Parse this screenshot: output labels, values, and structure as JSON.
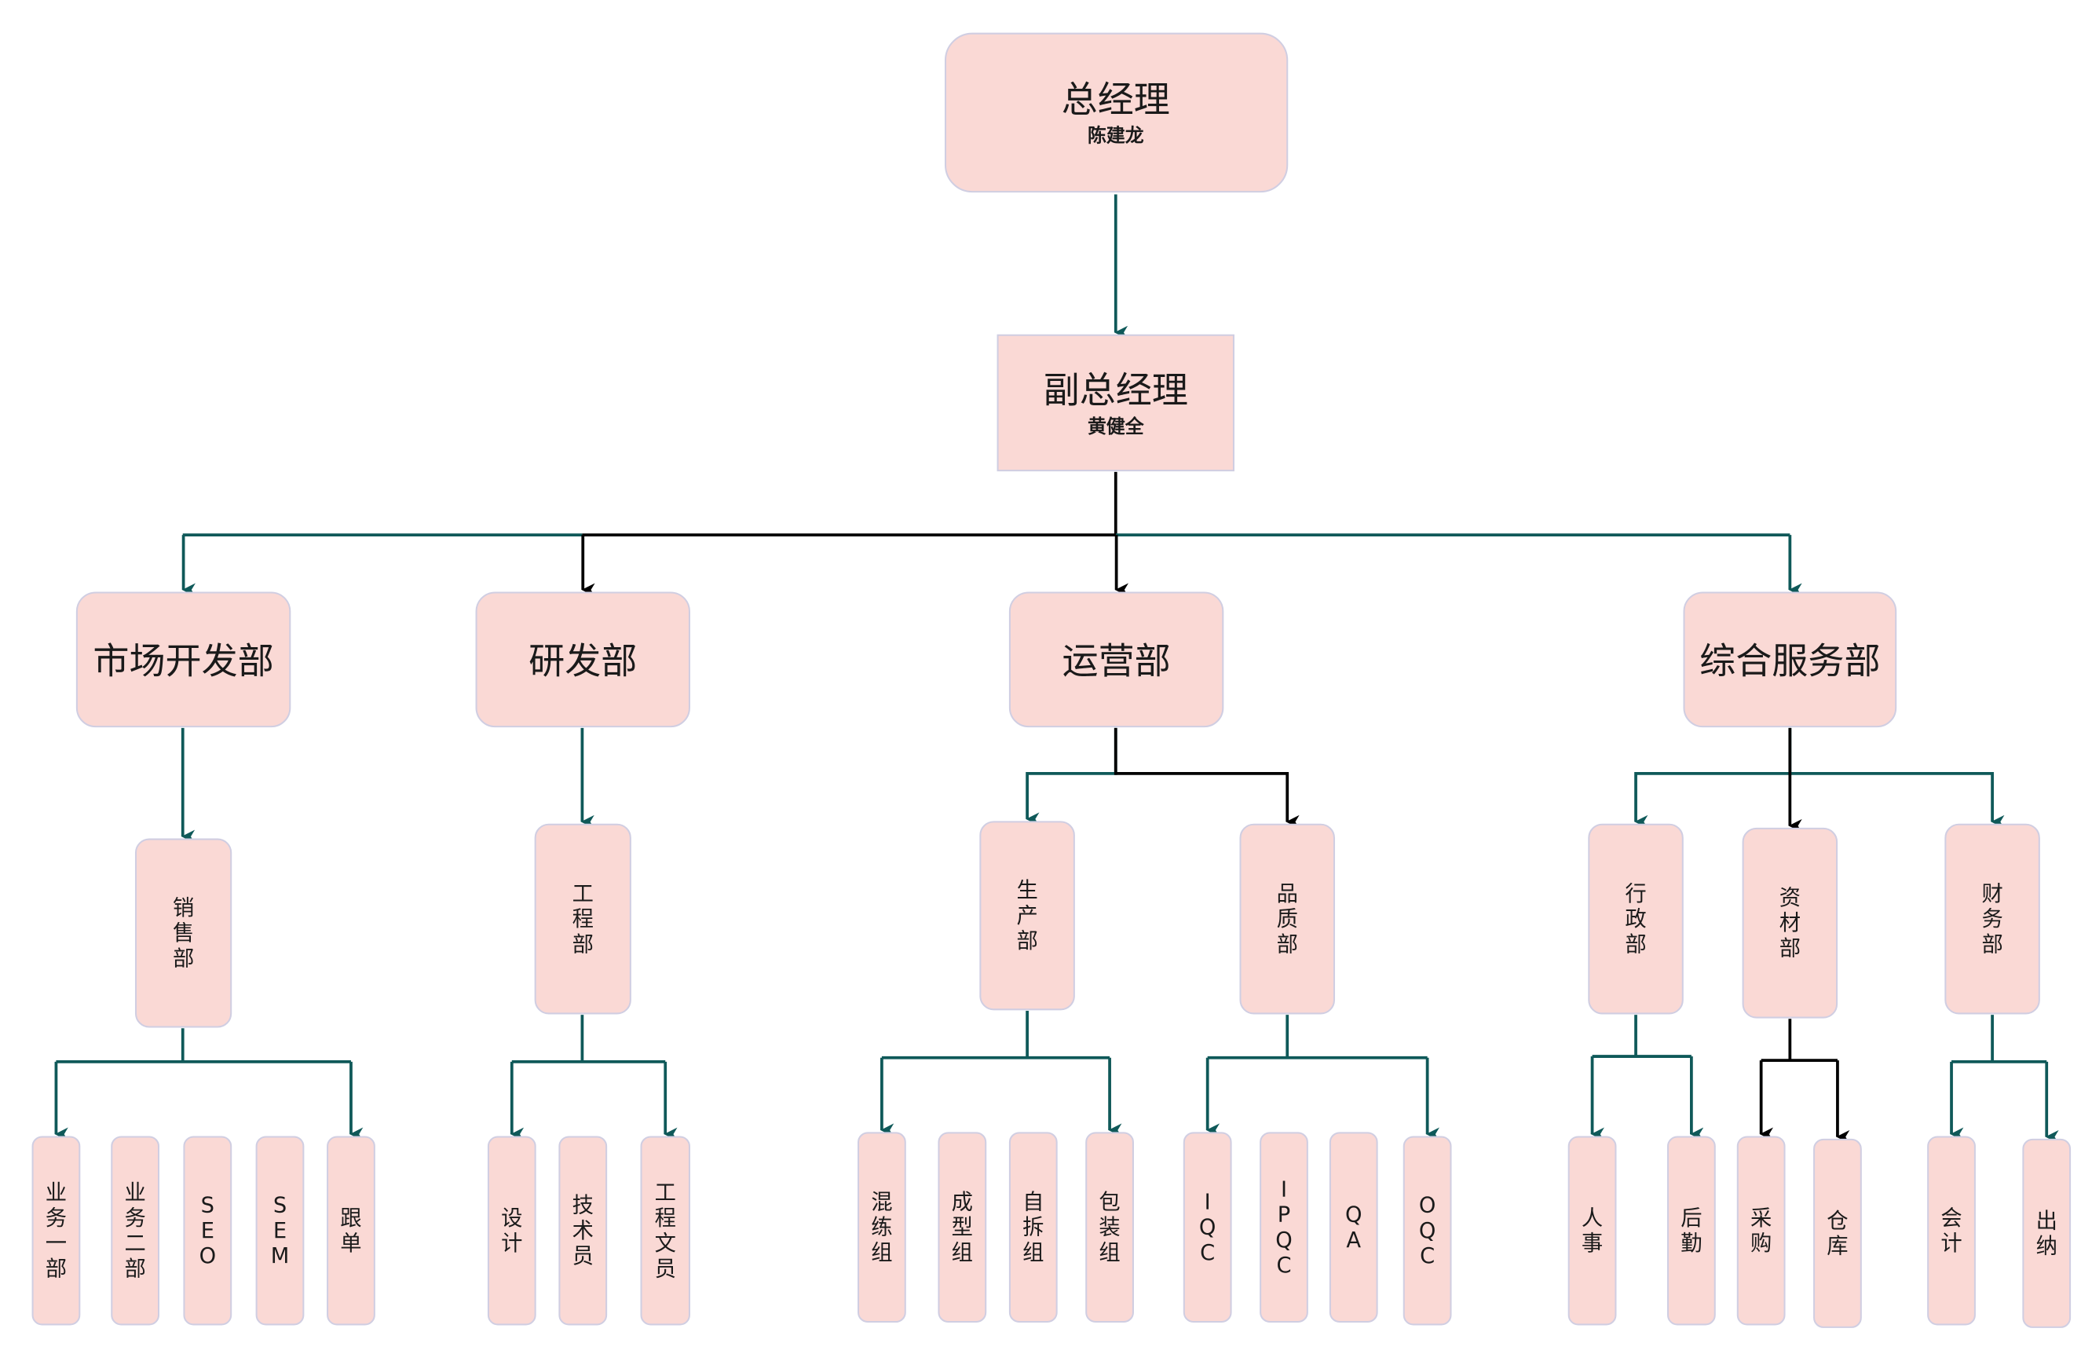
{
  "diagram": {
    "type": "org-chart",
    "colors": {
      "node_fill": "#fad9d5",
      "node_border": "#d0cee2",
      "connector_teal": "#0f5959",
      "connector_black": "#000000",
      "text": "#1a1a1a"
    },
    "root": {
      "title": "总经理",
      "name": "陈建龙"
    },
    "deputy": {
      "title": "副总经理",
      "name": "黄健全"
    },
    "departments": [
      {
        "label": "市场开发部",
        "units": [
          {
            "label": "销售部",
            "teams": [
              "业务一部",
              "业务二部",
              "SEO",
              "SEM",
              "跟单"
            ]
          }
        ]
      },
      {
        "label": "研发部",
        "units": [
          {
            "label": "工程部",
            "teams": [
              "设计",
              "技术员",
              "工程文员"
            ]
          }
        ]
      },
      {
        "label": "运营部",
        "units": [
          {
            "label": "生产部",
            "teams": [
              "混练组",
              "成型组",
              "自拆组",
              "包装组"
            ]
          },
          {
            "label": "品质部",
            "teams": [
              "IQC",
              "IPQC",
              "QA",
              "OQC"
            ]
          }
        ]
      },
      {
        "label": "综合服务部",
        "units": [
          {
            "label": "行政部",
            "teams": [
              "人事",
              "后勤"
            ]
          },
          {
            "label": "资材部",
            "teams": [
              "采购",
              "仓库"
            ]
          },
          {
            "label": "财务部",
            "teams": [
              "会计",
              "出纳"
            ]
          }
        ]
      }
    ]
  }
}
